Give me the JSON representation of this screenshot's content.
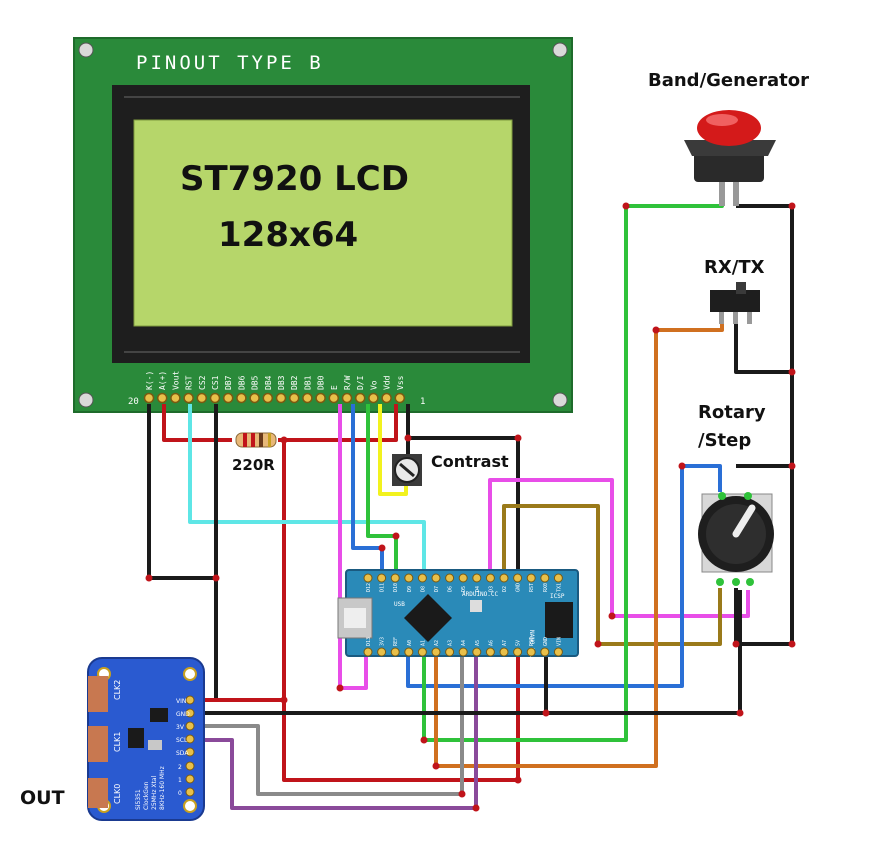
{
  "lcd": {
    "header": "PINOUT TYPE B",
    "line1": "ST7920 LCD",
    "line2": "128x64",
    "corner_left": "20",
    "corner_right": "1",
    "pins": [
      "K(-)",
      "A(+)",
      "Vout",
      "RST",
      "CS2",
      "CS1",
      "DB7",
      "DB6",
      "DB5",
      "DB4",
      "DB3",
      "DB2",
      "DB1",
      "DB0",
      "E",
      "R/W",
      "D/I",
      "Vo",
      "Vdd",
      "Vss"
    ]
  },
  "labels": {
    "resistor": "220R",
    "contrast": "Contrast",
    "button": "Band/Generator",
    "switch": "RX/TX",
    "rotary_line1": "Rotary",
    "rotary_line2": "/Step",
    "out": "OUT"
  },
  "nano": {
    "top_pins": [
      "D12",
      "D11",
      "D10",
      "D9",
      "D8",
      "D7",
      "D6",
      "D5",
      "D4",
      "D3",
      "D2",
      "GND",
      "RST",
      "RX0",
      "TX1"
    ],
    "bottom_pins": [
      "D13",
      "3V3",
      "REF",
      "A0",
      "A1",
      "A2",
      "A3",
      "A4",
      "A5",
      "A6",
      "A7",
      "5V",
      "RST",
      "GND",
      "VIN"
    ],
    "brand": "ARDUINO.CC",
    "model": "NANO V3.0",
    "icsp": "ICSP",
    "usb": "USB"
  },
  "si5351": {
    "pins": [
      "VIN",
      "GND",
      "3V",
      "SCL",
      "SDA"
    ],
    "side_pins": [
      "2",
      "1",
      "0"
    ],
    "clk": [
      "CLK2",
      "CLK1",
      "CLK0"
    ],
    "text": [
      "Si5351",
      "ClockGen",
      "25MHz Xtal",
      "8KHz-160 MHz"
    ]
  },
  "colors": {
    "red": "#c0141a",
    "black": "#1a1a1a",
    "cyan": "#5ee6e6",
    "blue": "#2a6fd6",
    "green": "#2fc23a",
    "magenta": "#e84ee8",
    "yellow": "#f2f21e",
    "brown": "#9a7a1a",
    "orange": "#d07020",
    "gray": "#8a8a8a",
    "purple": "#8a4a9a",
    "lcd_board": "#2a8a3a",
    "lcd_screen": "#b6d66a",
    "nano_board": "#2a8ab8",
    "si_board": "#2a5ad0"
  }
}
